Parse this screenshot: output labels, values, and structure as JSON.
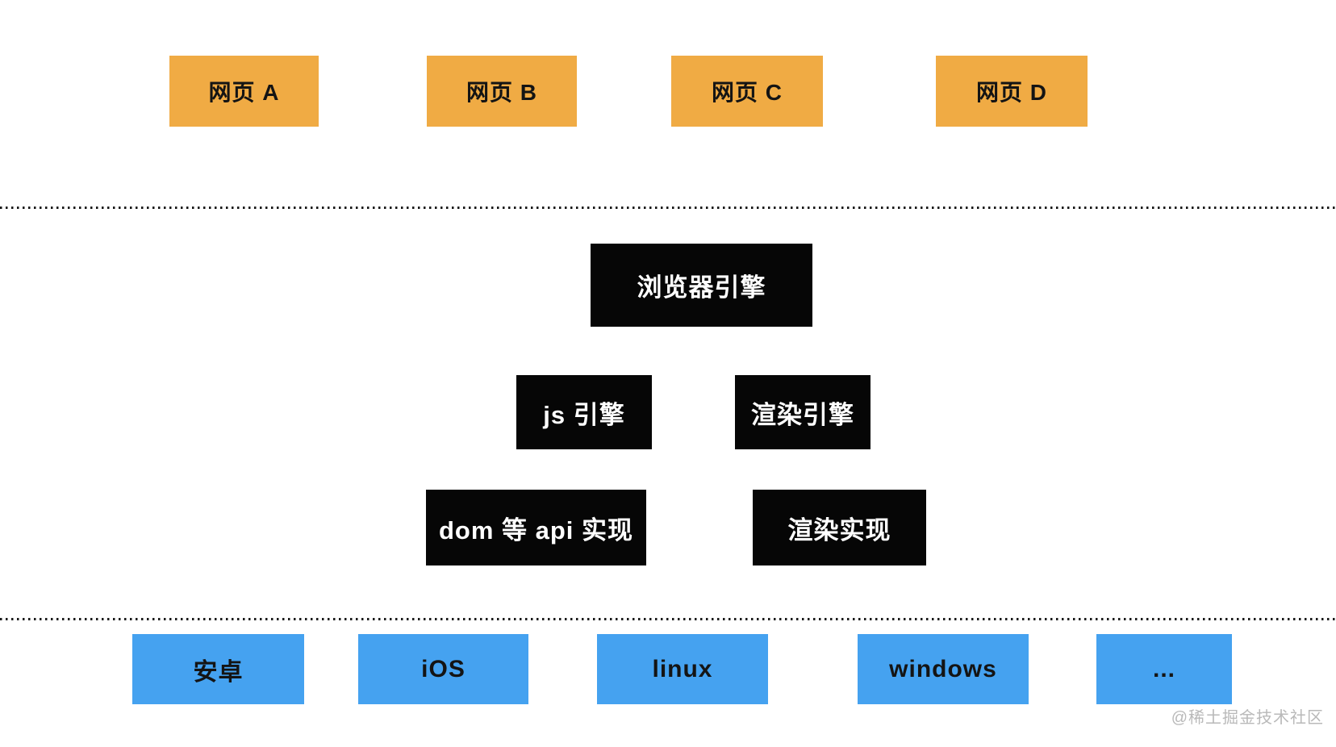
{
  "diagram": {
    "web_pages": [
      {
        "label": "网页 A"
      },
      {
        "label": "网页 B"
      },
      {
        "label": "网页 C"
      },
      {
        "label": "网页 D"
      }
    ],
    "browser_engine_label": "浏览器引擎",
    "engines": [
      {
        "label": "js 引擎"
      },
      {
        "label": "渲染引擎"
      }
    ],
    "implementations": [
      {
        "label": "dom 等 api 实现"
      },
      {
        "label": "渲染实现"
      }
    ],
    "platforms": [
      {
        "label": "安卓"
      },
      {
        "label": "iOS"
      },
      {
        "label": "linux"
      },
      {
        "label": "windows"
      },
      {
        "label": "..."
      }
    ],
    "watermark": "@稀土掘金技术社区",
    "colors": {
      "page_box": "#F0AB44",
      "engine_box": "#060606",
      "engine_text": "#FFFFFF",
      "platform_box": "#45A2F0",
      "box_text": "#141414",
      "divider": "#1A1A1A",
      "watermark_text": "#B9B9B9"
    }
  }
}
